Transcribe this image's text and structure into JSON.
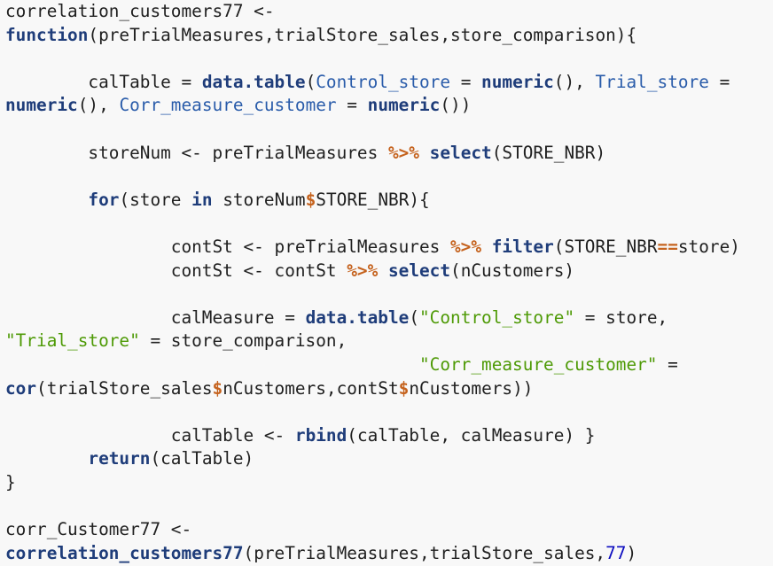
{
  "code_lines": [
    [
      {
        "t": "correlation_customers77 <-",
        "c": "plain"
      }
    ],
    [
      {
        "t": "function",
        "c": "kw"
      },
      {
        "t": "(preTrialMeasures,trialStore_sales,store_comparison){",
        "c": "plain"
      }
    ],
    [],
    [
      {
        "t": "        calTable = ",
        "c": "plain"
      },
      {
        "t": "data.table",
        "c": "kw"
      },
      {
        "t": "(",
        "c": "plain"
      },
      {
        "t": "Control_store",
        "c": "arg"
      },
      {
        "t": " = ",
        "c": "plain"
      },
      {
        "t": "numeric",
        "c": "kw"
      },
      {
        "t": "(), ",
        "c": "plain"
      },
      {
        "t": "Trial_store",
        "c": "arg"
      },
      {
        "t": " =",
        "c": "plain"
      }
    ],
    [
      {
        "t": "numeric",
        "c": "kw"
      },
      {
        "t": "(), ",
        "c": "plain"
      },
      {
        "t": "Corr_measure_customer",
        "c": "arg"
      },
      {
        "t": " = ",
        "c": "plain"
      },
      {
        "t": "numeric",
        "c": "kw"
      },
      {
        "t": "())",
        "c": "plain"
      }
    ],
    [],
    [
      {
        "t": "        storeNum <- preTrialMeasures ",
        "c": "plain"
      },
      {
        "t": "%>%",
        "c": "op"
      },
      {
        "t": " ",
        "c": "plain"
      },
      {
        "t": "select",
        "c": "kw"
      },
      {
        "t": "(STORE_NBR)",
        "c": "plain"
      }
    ],
    [],
    [
      {
        "t": "        ",
        "c": "plain"
      },
      {
        "t": "for",
        "c": "kw"
      },
      {
        "t": "(store ",
        "c": "plain"
      },
      {
        "t": "in",
        "c": "kw"
      },
      {
        "t": " storeNum",
        "c": "plain"
      },
      {
        "t": "$",
        "c": "op"
      },
      {
        "t": "STORE_NBR){",
        "c": "plain"
      }
    ],
    [],
    [
      {
        "t": "                contSt <- preTrialMeasures ",
        "c": "plain"
      },
      {
        "t": "%>%",
        "c": "op"
      },
      {
        "t": " ",
        "c": "plain"
      },
      {
        "t": "filter",
        "c": "kw"
      },
      {
        "t": "(STORE_NBR",
        "c": "plain"
      },
      {
        "t": "==",
        "c": "op"
      },
      {
        "t": "store)",
        "c": "plain"
      }
    ],
    [
      {
        "t": "                contSt <- contSt ",
        "c": "plain"
      },
      {
        "t": "%>%",
        "c": "op"
      },
      {
        "t": " ",
        "c": "plain"
      },
      {
        "t": "select",
        "c": "kw"
      },
      {
        "t": "(nCustomers)",
        "c": "plain"
      }
    ],
    [],
    [
      {
        "t": "                calMeasure = ",
        "c": "plain"
      },
      {
        "t": "data.table",
        "c": "kw"
      },
      {
        "t": "(",
        "c": "plain"
      },
      {
        "t": "\"Control_store\"",
        "c": "str"
      },
      {
        "t": " = store,",
        "c": "plain"
      }
    ],
    [
      {
        "t": "\"Trial_store\"",
        "c": "str"
      },
      {
        "t": " = store_comparison,",
        "c": "plain"
      }
    ],
    [
      {
        "t": "                                        ",
        "c": "plain"
      },
      {
        "t": "\"Corr_measure_customer\"",
        "c": "str"
      },
      {
        "t": " =",
        "c": "plain"
      }
    ],
    [
      {
        "t": "cor",
        "c": "kw"
      },
      {
        "t": "(trialStore_sales",
        "c": "plain"
      },
      {
        "t": "$",
        "c": "op"
      },
      {
        "t": "nCustomers,contSt",
        "c": "plain"
      },
      {
        "t": "$",
        "c": "op"
      },
      {
        "t": "nCustomers))",
        "c": "plain"
      }
    ],
    [],
    [
      {
        "t": "                calTable <- ",
        "c": "plain"
      },
      {
        "t": "rbind",
        "c": "kw"
      },
      {
        "t": "(calTable, calMeasure) }",
        "c": "plain"
      }
    ],
    [
      {
        "t": "        ",
        "c": "plain"
      },
      {
        "t": "return",
        "c": "kw"
      },
      {
        "t": "(calTable)",
        "c": "plain"
      }
    ],
    [
      {
        "t": "}",
        "c": "plain"
      }
    ],
    [],
    [
      {
        "t": "corr_Customer77 <-",
        "c": "plain"
      }
    ],
    [
      {
        "t": "correlation_customers77",
        "c": "kw"
      },
      {
        "t": "(preTrialMeasures,trialStore_sales,",
        "c": "plain"
      },
      {
        "t": "77",
        "c": "num"
      },
      {
        "t": ")",
        "c": "plain"
      }
    ]
  ]
}
